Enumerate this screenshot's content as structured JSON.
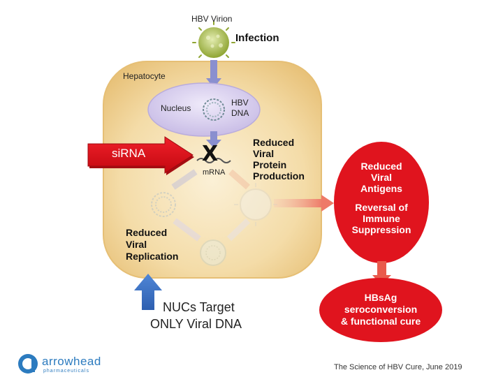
{
  "virion": {
    "label": "HBV Virion",
    "infection": "Infection"
  },
  "cell": {
    "label": "Hepatocyte"
  },
  "nucleus": {
    "label": "Nucleus",
    "dna_line1": "HBV",
    "dna_line2": "DNA"
  },
  "sirna": {
    "label": "siRNA",
    "mrna": "mRNA",
    "block_mark": "X"
  },
  "protein": {
    "lines": [
      "Reduced",
      "Viral",
      "Protein",
      "Production"
    ]
  },
  "replication": {
    "lines": [
      "Reduced",
      "Viral",
      "Replication"
    ]
  },
  "outcomes": {
    "antigens_lines": [
      "Reduced",
      "Viral",
      "Antigens"
    ],
    "immune_lines": [
      "Reversal of",
      "Immune",
      "Suppression"
    ],
    "cure_lines": [
      "HBsAg",
      "seroconversion",
      "& functional cure"
    ]
  },
  "nucs": {
    "line1": "NUCs Target",
    "line2": "ONLY Viral DNA"
  },
  "footer": {
    "logo_name": "arrowhead",
    "logo_sub": "pharmaceuticals",
    "source": "The Science of HBV Cure, June 2019"
  },
  "colors": {
    "cell": "#f3d9a4",
    "nucleus": "#d8d0ee",
    "red": "#e0141e",
    "blue": "#3a6fc4",
    "green": "#9caf3c",
    "logo": "#2c7bbf"
  }
}
